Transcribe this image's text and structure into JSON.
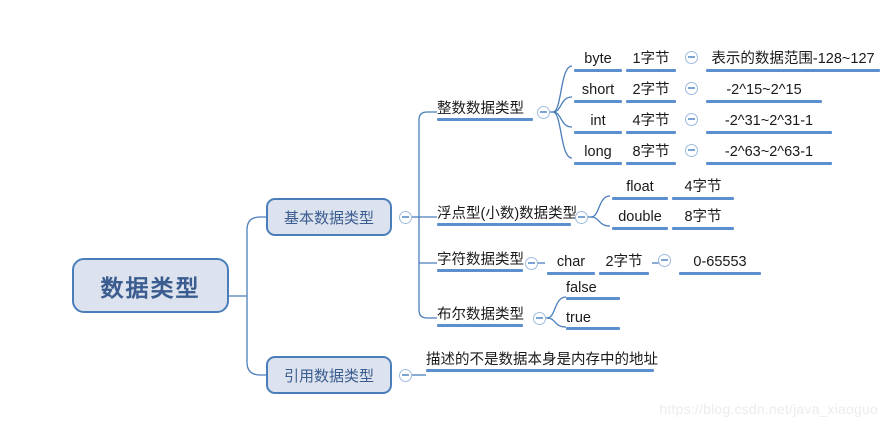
{
  "root": {
    "label": "数据类型"
  },
  "colors": {
    "node_border": "#4a7ebb",
    "node_fill": "#dce3ef",
    "node_text": "#3b5c8f",
    "underline": "#5b8fce",
    "edge": "#4a7ebb",
    "leaf_text": "#1a1a1a",
    "toggle_ring": "#9dbbe0",
    "watermark": "#ececec"
  },
  "branches": {
    "primitive": {
      "label": "基本数据类型",
      "toggle": "collapse-toggle"
    },
    "reference": {
      "label": "引用数据类型",
      "toggle": "collapse-toggle",
      "description": "描述的不是数据本身是内存中的地址"
    }
  },
  "categories": {
    "integer": {
      "label": "整数数据类型",
      "toggle": "collapse-toggle",
      "types": [
        {
          "name": "byte",
          "size": "1字节",
          "toggle": "collapse-toggle",
          "range": "表示的数据范围-128~127"
        },
        {
          "name": "short",
          "size": "2字节",
          "toggle": "collapse-toggle",
          "range": "-2^15~2^15"
        },
        {
          "name": "int",
          "size": "4字节",
          "toggle": "collapse-toggle",
          "range": "-2^31~2^31-1"
        },
        {
          "name": "long",
          "size": "8字节",
          "toggle": "collapse-toggle",
          "range": "-2^63~2^63-1"
        }
      ]
    },
    "floating": {
      "label": "浮点型(小数)数据类型",
      "toggle": "collapse-toggle",
      "types": [
        {
          "name": "float",
          "size": "4字节"
        },
        {
          "name": "double",
          "size": "8字节"
        }
      ]
    },
    "character": {
      "label": "字符数据类型",
      "toggle": "collapse-toggle",
      "type": {
        "name": "char",
        "size": "2字节",
        "toggle": "collapse-toggle",
        "range": "0-65553"
      }
    },
    "boolean": {
      "label": "布尔数据类型",
      "toggle": "collapse-toggle",
      "values": [
        "false",
        "true"
      ]
    }
  },
  "watermark": "https://blog.csdn.net/java_xiaoguo"
}
